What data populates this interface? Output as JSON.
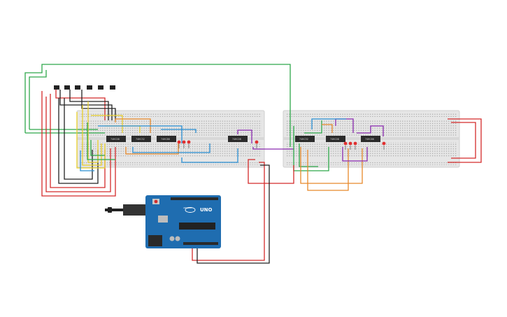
{
  "circuit": {
    "chips_left": [
      "74HC08",
      "74HC32",
      "74HC86",
      "74HC08"
    ],
    "chips_right": [
      "74HC32",
      "74HC08",
      "74HC86"
    ],
    "arduino": {
      "logo": "UNO",
      "brand_text": "ARDUINO",
      "model_text": "UNO"
    },
    "colors": {
      "breadboard": "#e6e6e6",
      "chip": "#2b2b2b",
      "arduino_board": "#1f6db0",
      "wire_red": "#d42a2a",
      "wire_green": "#2ea84a",
      "wire_blue": "#2a8fd4",
      "wire_yellow": "#e8cf2a",
      "wire_orange": "#e8892a",
      "wire_purple": "#8a2ab0",
      "wire_black": "#222222",
      "led_red": "#e03030"
    }
  }
}
